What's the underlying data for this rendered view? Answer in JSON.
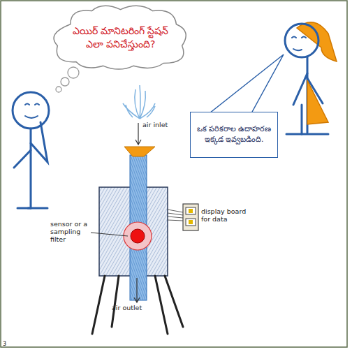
{
  "diagram": {
    "nodes": [
      {
        "text": [
          "ఎయిర్ మానిటరింగ్ స్టేషన్ ఎలా పనిచేస్తుంది?"
        ]
      },
      {
        "text": [
          "ఒక పరికరాల ఉదాహరణ ఇక్కడ ఇవ్వబడింది."
        ]
      }
    ],
    "labels": [
      "air inlet",
      "sensor or a sampling filter",
      "display board for data",
      "air outlet",
      "3"
    ]
  }
}
